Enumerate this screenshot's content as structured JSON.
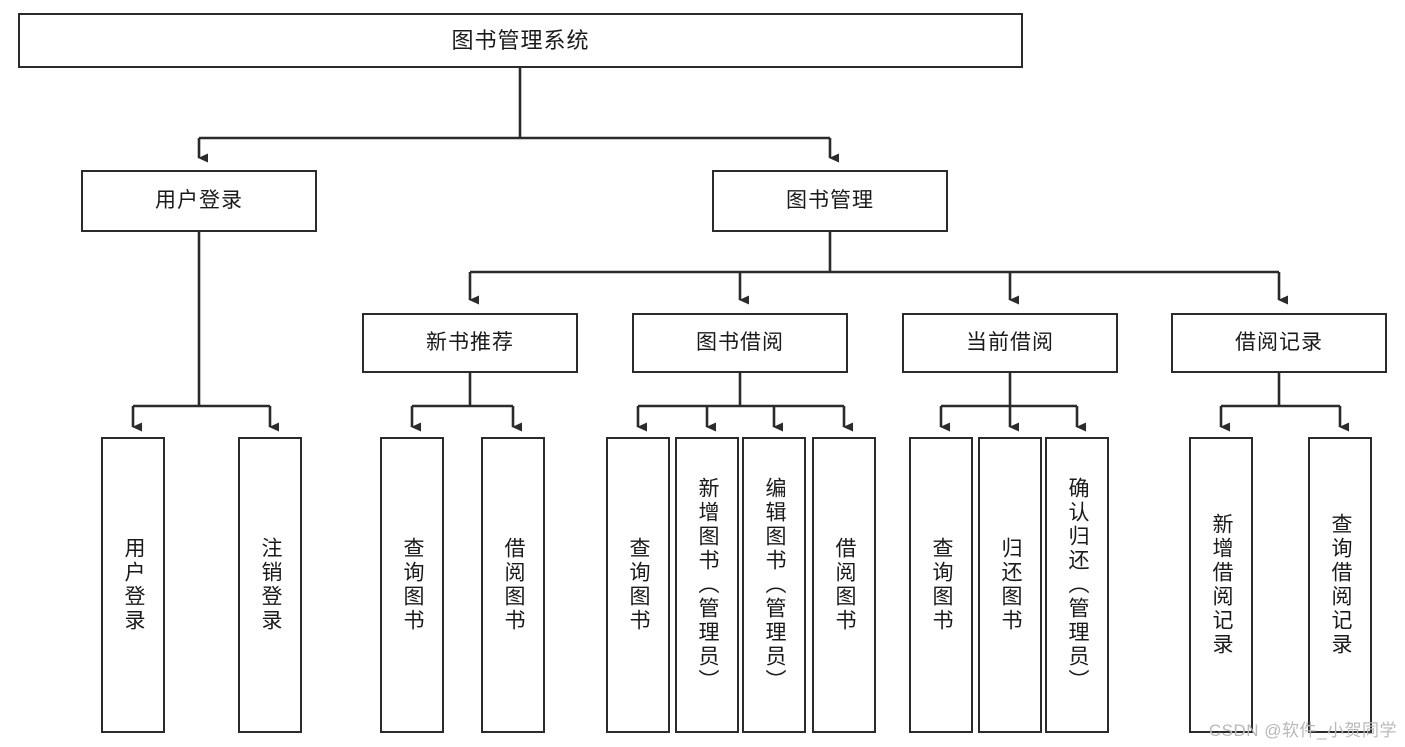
{
  "diagram": {
    "title": "图书管理系统",
    "type": "hierarchy-tree",
    "watermark": "CSDN @软件_小贺同学",
    "colors": {
      "box_border": "#2b2b2b",
      "box_fill": "#ffffff",
      "connector": "#2b2b2b",
      "text": "#1a1a1a",
      "watermark": "#b9b9b9"
    },
    "nodes": {
      "root": {
        "label": "图书管理系统"
      },
      "level1": [
        {
          "label": "用户登录"
        },
        {
          "label": "图书管理"
        }
      ],
      "level2": [
        {
          "label": "新书推荐"
        },
        {
          "label": "图书借阅"
        },
        {
          "label": "当前借阅"
        },
        {
          "label": "借阅记录"
        }
      ],
      "leaves": {
        "user_login": [
          {
            "label": "用户登录"
          },
          {
            "label": "注销登录"
          }
        ],
        "new_book_recommend": [
          {
            "label": "查询图书"
          },
          {
            "label": "借阅图书"
          }
        ],
        "book_borrow": [
          {
            "label": "查询图书"
          },
          {
            "label": "新增图书（管理员）"
          },
          {
            "label": "编辑图书（管理员）"
          },
          {
            "label": "借阅图书"
          }
        ],
        "current_borrow": [
          {
            "label": "查询图书"
          },
          {
            "label": "归还图书"
          },
          {
            "label": "确认归还（管理员）"
          }
        ],
        "borrow_record": [
          {
            "label": "新增借阅记录"
          },
          {
            "label": "查询借阅记录"
          }
        ]
      }
    }
  }
}
